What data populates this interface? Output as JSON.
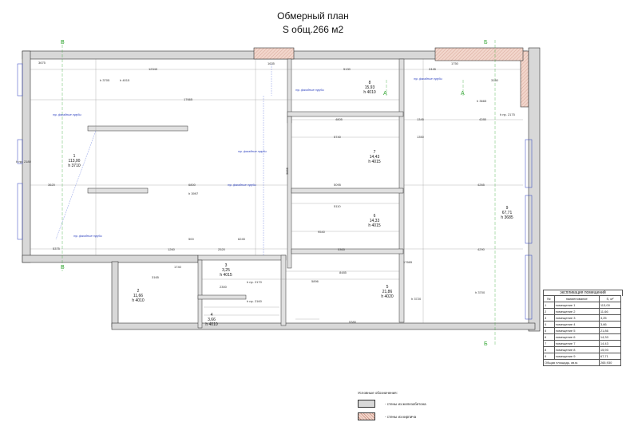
{
  "title": {
    "line1": "Обмерный план",
    "line2": "S общ.266 м2"
  },
  "rooms": [
    {
      "id": "1",
      "line2": "113,00",
      "line3": "h 3710"
    },
    {
      "id": "2",
      "line2": "11,66",
      "line3": "h 4010"
    },
    {
      "id": "3",
      "line2": "3,25",
      "line3": "h 4015"
    },
    {
      "id": "4",
      "line2": "3,66",
      "line3": "h 4010"
    },
    {
      "id": "5",
      "line2": "21,86",
      "line3": "h 4020"
    },
    {
      "id": "6",
      "line2": "14,33",
      "line3": "h 4015"
    },
    {
      "id": "7",
      "line2": "14,43",
      "line3": "h 4015"
    },
    {
      "id": "8",
      "line2": "15,93",
      "line3": "h 4010"
    },
    {
      "id": "9",
      "line2": "67,71",
      "line3": "h 3685"
    }
  ],
  "axes": {
    "top_left": "В",
    "top_right": "Б",
    "bottom_left": "В",
    "bottom_right": "Б",
    "mid_a": "А",
    "mid_a2": "А"
  },
  "dims": {
    "d1": "3675",
    "d2": "12340",
    "d3": "1635",
    "d4": "5130",
    "d5": "2445",
    "d6": "1750",
    "d7": "3150",
    "d8": "17665",
    "d9": "h 3705",
    "d10": "h 4015",
    "d11": "h 3665",
    "d12": "h пр. 2175",
    "d13": "4805",
    "d14": "1345",
    "d15": "4285",
    "d16": "5740",
    "d17": "1350",
    "d18": "3620",
    "d19": "6800",
    "d20": "h 3997",
    "d21": "5095",
    "d22": "4265",
    "d23": "5110",
    "d24": "9540",
    "d25": "6245",
    "d26": "5375",
    "d27": "5365",
    "d28": "4290",
    "d29": "17665",
    "d30": "8485",
    "d31": "5896",
    "d32": "h 3720",
    "d33": "h 3700",
    "d34": "5380",
    "d35": "h пр. 2180",
    "d36": "h пр. 2170",
    "d37": "h пр. 2160",
    "d38": "3165",
    "d39": "2300",
    "d40": "2520",
    "d41": "1260",
    "d42": "500",
    "d43": "1740",
    "d44": "3885"
  },
  "notes": {
    "n1": "тр. фасадные трубы",
    "n2": "тр. фасадные трубы",
    "n3": "тр. фасадные трубы",
    "n4": "тр. фасадные трубы",
    "n5": "тр. фасадные трубы",
    "n6": "тр. фасадные трубы"
  },
  "explication": {
    "title": "экспликация помещений",
    "col1": "№",
    "col2": "наименование",
    "col3": "S, м²",
    "rows": [
      {
        "n": "1",
        "name": "помещение 1",
        "s": "113,00"
      },
      {
        "n": "2",
        "name": "помещение 2",
        "s": "11,66"
      },
      {
        "n": "3",
        "name": "помещение 3",
        "s": "3,25"
      },
      {
        "n": "4",
        "name": "помещение 4",
        "s": "3,66"
      },
      {
        "n": "5",
        "name": "помещение 5",
        "s": "21,86"
      },
      {
        "n": "6",
        "name": "помещение 6",
        "s": "14,33"
      },
      {
        "n": "7",
        "name": "помещение 7",
        "s": "14,43"
      },
      {
        "n": "8",
        "name": "помещение 8",
        "s": "15,93"
      },
      {
        "n": "9",
        "name": "помещение 9",
        "s": "67,71"
      }
    ],
    "total_label": "Общая площадь, кв.м.",
    "total_value": "265,930"
  },
  "legend": {
    "title": "Условные обозначения:",
    "item1": "- стены из железобетона",
    "item2": "- стены из кирпича"
  },
  "colors": {
    "wall_concrete": "#d8d8d8",
    "wall_brick": "#e8c4b8",
    "axis_green": "#38a838",
    "note_blue": "#2a3fbf",
    "dim_red": "#c03030"
  }
}
